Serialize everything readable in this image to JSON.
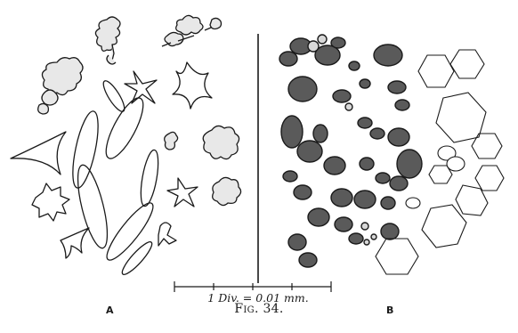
{
  "figure": {
    "caption": "Fig. 34.",
    "panel_a_label": "A",
    "panel_b_label": "B",
    "scale_label": "1 Div. = 0.01 mm."
  },
  "colors": {
    "ink": "#1a1a1a",
    "fill_dark": "#3a3a3a",
    "fill_shade": "#6a6a6a",
    "paper": "#ffffff"
  }
}
